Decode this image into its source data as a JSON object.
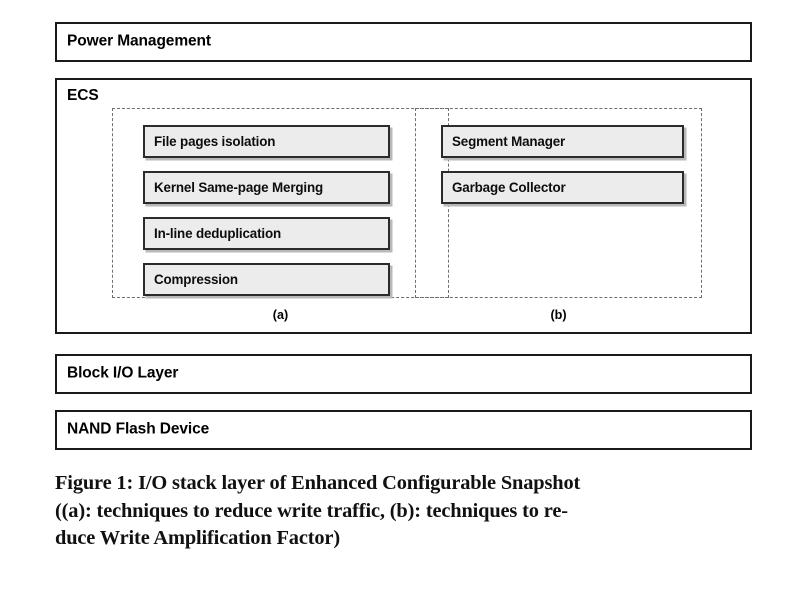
{
  "figure": {
    "stack_layers": [
      {
        "id": "power-layer",
        "label": "Power Management"
      },
      {
        "id": "ecs-layer",
        "label": "ECS"
      },
      {
        "id": "block-layer",
        "label": "Block I/O Layer"
      },
      {
        "id": "nand-layer",
        "label": "NAND Flash Device"
      }
    ],
    "groups": [
      {
        "id": "group-a",
        "sub_caption": "(a)",
        "items": [
          "File pages isolation",
          "Kernel Same-page Merging",
          "In-line deduplication",
          "Compression"
        ]
      },
      {
        "id": "group-b",
        "sub_caption": "(b)",
        "items": [
          "Segment Manager",
          "Garbage Collector"
        ]
      }
    ],
    "caption": {
      "full": "Figure 1: I/O stack layer of Enhanced Configurable Snapshot ((a): techniques to reduce write traffic, (b): techniques to reduce Write Amplification Factor)",
      "lines": [
        "Figure 1: I/O stack layer of Enhanced Configurable Snapshot",
        "((a): techniques to reduce write traffic, (b): techniques to re-",
        "duce Write Amplification Factor)"
      ]
    },
    "colors": {
      "page_background": "#ffffff",
      "layer_border": "#1a1a1a",
      "dashed_border": "#6f6f6f",
      "tech_box_fill": "#ececec",
      "tech_box_border": "#2b2b2b",
      "tech_box_shadow": "#b9b9b9",
      "text": "#000000"
    }
  }
}
